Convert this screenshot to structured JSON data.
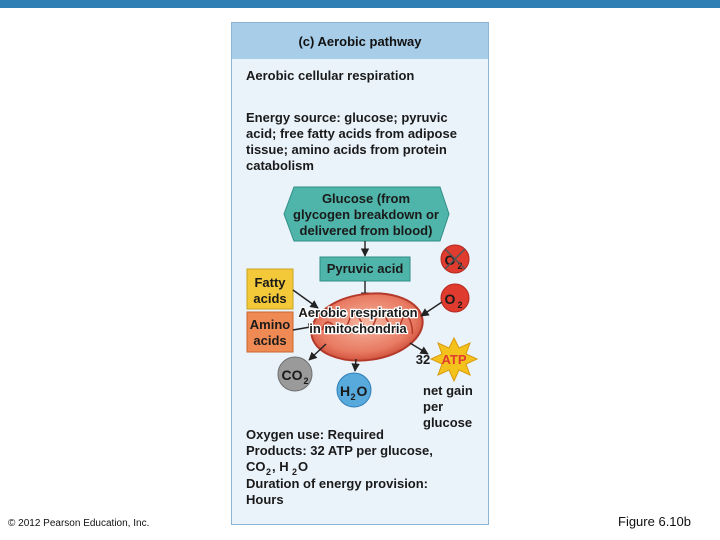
{
  "panel": {
    "title": "(c) Aerobic pathway",
    "subtitle": "Aerobic cellular respiration",
    "energy_source": [
      "Energy source: glucose; pyruvic",
      "acid; free fatty acids from adipose",
      "tissue; amino acids from protein",
      "catabolism"
    ],
    "oxygen_use": "Oxygen use: Required",
    "products": [
      "Products: 32 ATP per glucose,",
      "CO",
      ", H",
      "O"
    ],
    "duration": [
      "Duration of energy provision:",
      "Hours"
    ]
  },
  "diagram": {
    "glucose": [
      "Glucose (from",
      "glycogen breakdown or",
      "delivered from blood)"
    ],
    "pyruvic": "Pyruvic acid",
    "fatty": [
      "Fatty",
      "acids"
    ],
    "amino": [
      "Amino",
      "acids"
    ],
    "mito": [
      "Aerobic respiration",
      "in mitochondria"
    ],
    "o2": "O",
    "co2": "CO",
    "h2o_h": "H",
    "h2o_o": "O",
    "sub2": "2",
    "atp_count": "32",
    "atp": "ATP",
    "net_gain": [
      "net gain",
      "per",
      "glucose"
    ]
  },
  "footer": {
    "copyright": "© 2012 Pearson Education, Inc.",
    "figure": "Figure 6.10b"
  }
}
